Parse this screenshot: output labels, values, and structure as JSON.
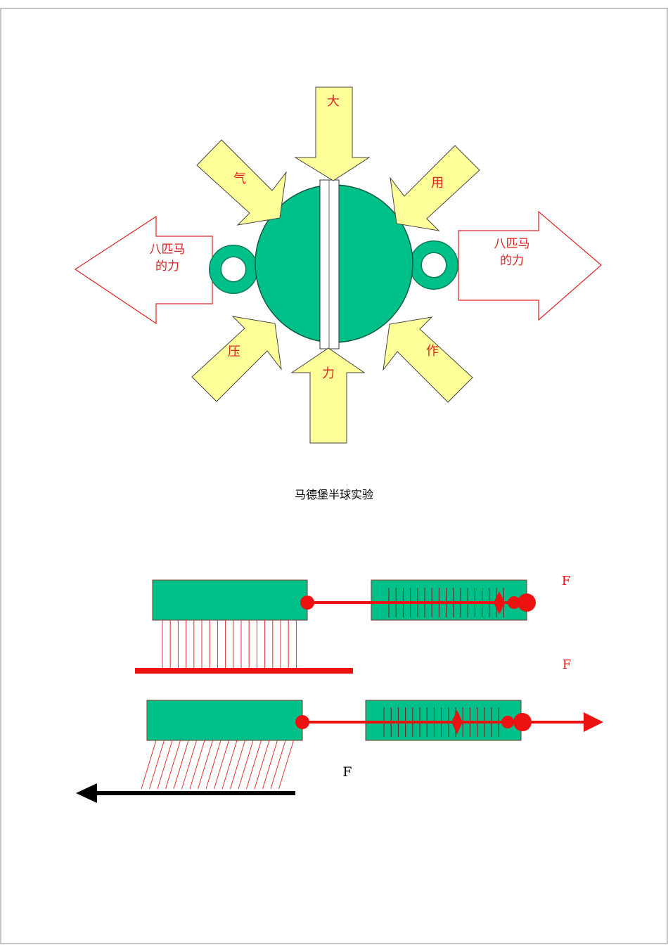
{
  "hemisphere_diagram": {
    "pressure_labels": {
      "top": "大",
      "upper_left": "气",
      "lower_left": "压",
      "bottom": "力",
      "upper_right": "用",
      "lower_right": "作"
    },
    "left_force": {
      "line1": "八匹马",
      "line2": "的力"
    },
    "right_force": {
      "line1": "八匹马",
      "line2": "的力"
    },
    "caption": "马德堡半球实验",
    "colors": {
      "sphere": "#00c08a",
      "arrow_fill": "#ffff99",
      "force_outline": "#dd2222",
      "label_red": "#dd2222"
    }
  },
  "friction_diagram": {
    "force_label_1": "F",
    "force_label_2": "F",
    "force_label_3": "F",
    "colors": {
      "block": "#00c08a",
      "spring_red": "#ee1111",
      "opposing_arrow": "#000000"
    }
  }
}
